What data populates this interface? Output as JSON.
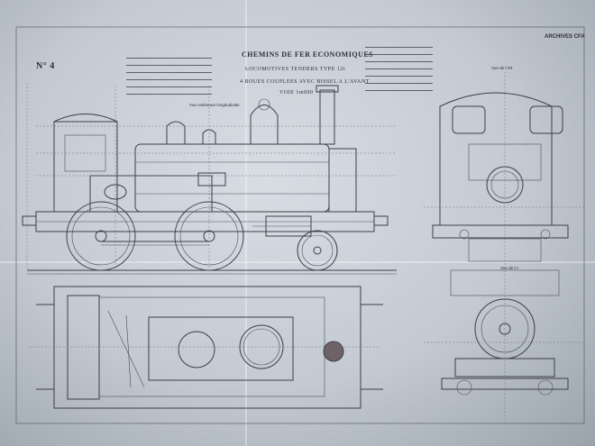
{
  "sheet": {
    "number": "N° 4",
    "archive_stamp": "ARCHIVES CFA",
    "title_lines": [
      "CHEMINS DE FER ECONOMIQUES",
      "LOCOMOTIVES TENDERS TYPE 12t",
      "4 ROUES COUPLEES AVEC BISSEL A L'AVANT"
    ],
    "gauge": "VOIE 1m000",
    "view_labels": {
      "side_section": "Vue extérieure longitudinale",
      "front_half": "Vue de l'A",
      "rear_half": "Vue de l'AR"
    }
  }
}
